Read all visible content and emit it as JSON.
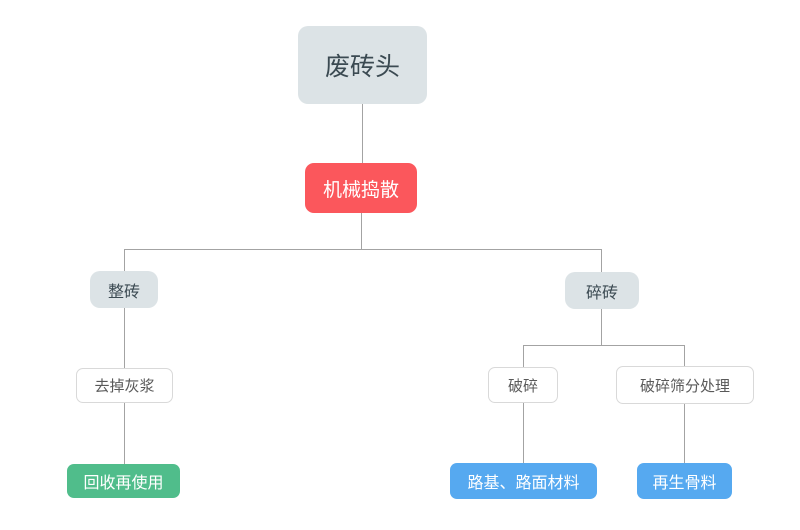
{
  "diagram": {
    "nodes": {
      "root": {
        "label": "废砖头",
        "type": "gray"
      },
      "process": {
        "label": "机械捣散",
        "type": "red"
      },
      "whole": {
        "label": "整砖",
        "type": "gray"
      },
      "broken": {
        "label": "碎砖",
        "type": "gray"
      },
      "remove_mortar": {
        "label": "去掉灰浆",
        "type": "white"
      },
      "crush": {
        "label": "破碎",
        "type": "white"
      },
      "crush_screen": {
        "label": "破碎筛分处理",
        "type": "white"
      },
      "recycle": {
        "label": "回收再使用",
        "type": "green"
      },
      "road_material": {
        "label": "路基、路面材料",
        "type": "blue"
      },
      "aggregate": {
        "label": "再生骨料",
        "type": "blue"
      }
    },
    "edges": [
      {
        "from": "root",
        "to": "process"
      },
      {
        "from": "process",
        "to": "whole"
      },
      {
        "from": "process",
        "to": "broken"
      },
      {
        "from": "whole",
        "to": "remove_mortar"
      },
      {
        "from": "remove_mortar",
        "to": "recycle"
      },
      {
        "from": "broken",
        "to": "crush"
      },
      {
        "from": "broken",
        "to": "crush_screen"
      },
      {
        "from": "crush",
        "to": "road_material"
      },
      {
        "from": "crush_screen",
        "to": "aggregate"
      }
    ],
    "colors": {
      "node_gray": "#dce3e6",
      "node_red": "#fb575c",
      "node_green": "#50bd8b",
      "node_blue": "#56a9f0",
      "line_color": "#a3a3a3",
      "text_dark": "#3b4a52",
      "text_gray": "#595959",
      "white_border": "#d9d9d9",
      "background": "#ffffff"
    }
  }
}
